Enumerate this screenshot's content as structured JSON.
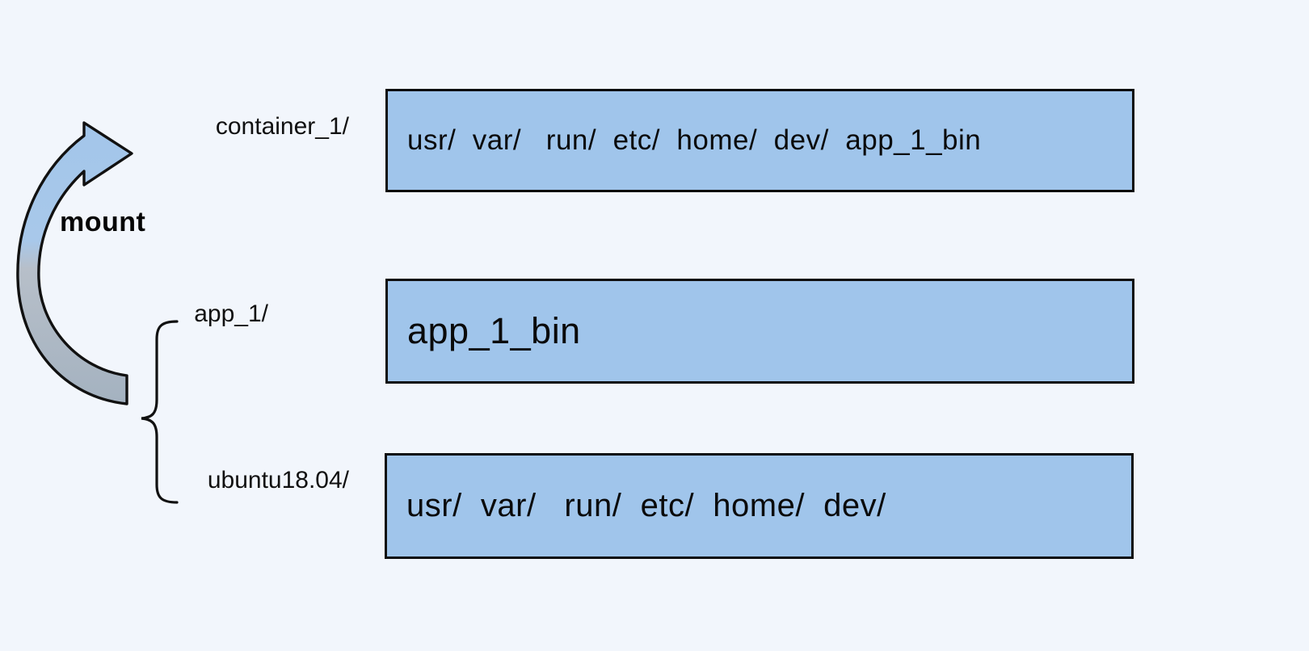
{
  "diagram": {
    "title": "container filesystem layer mount diagram",
    "background_color": "#f2f6fc",
    "box_fill_color": "#a0c5eb",
    "box_border_color": "#0c0c0c",
    "arrow_top_color": "#a3c6ea",
    "arrow_bottom_color": "#a6b4c2"
  },
  "annotation": {
    "mount_label": "mount",
    "arrow_name": "mount-arrow",
    "brace_name": "image-layers-brace"
  },
  "rows": [
    {
      "id": "container_1",
      "label": "container_1/",
      "contents": "usr/  var/   run/  etc/  home/  dev/  app_1_bin",
      "entries": [
        "usr/",
        "var/",
        "run/",
        "etc/",
        "home/",
        "dev/",
        "app_1_bin"
      ]
    },
    {
      "id": "app_1",
      "label": "app_1/",
      "contents": "app_1_bin",
      "entries": [
        "app_1_bin"
      ]
    },
    {
      "id": "ubuntu18_04",
      "label": "ubuntu18.04/",
      "contents": "usr/  var/   run/  etc/  home/  dev/",
      "entries": [
        "usr/",
        "var/",
        "run/",
        "etc/",
        "home/",
        "dev/"
      ]
    }
  ]
}
